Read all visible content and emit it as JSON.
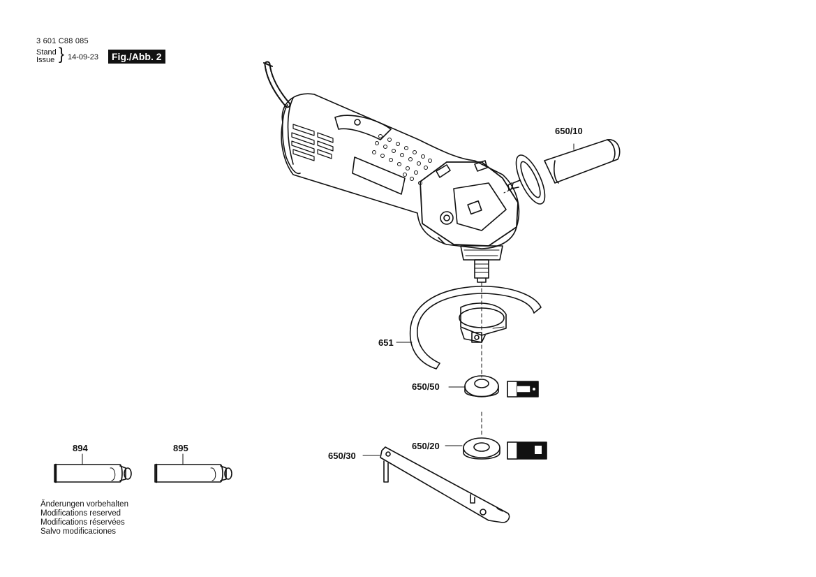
{
  "header": {
    "part_number": "3 601 C88 085",
    "stand_label": "Stand",
    "issue_label": "Issue",
    "date": "14-09-23",
    "figure": "Fig./Abb. 2"
  },
  "labels": {
    "side_handle": "650/10",
    "guard": "651",
    "clamping_nut": "650/50",
    "mounting_flange": "650/20",
    "pin_wrench": "650/30",
    "tube_1": "894",
    "tube_2": "895"
  },
  "notes": [
    "Änderungen vorbehalten",
    "Modifications reserved",
    "Modifications réservées",
    "Salvo modificaciones"
  ]
}
